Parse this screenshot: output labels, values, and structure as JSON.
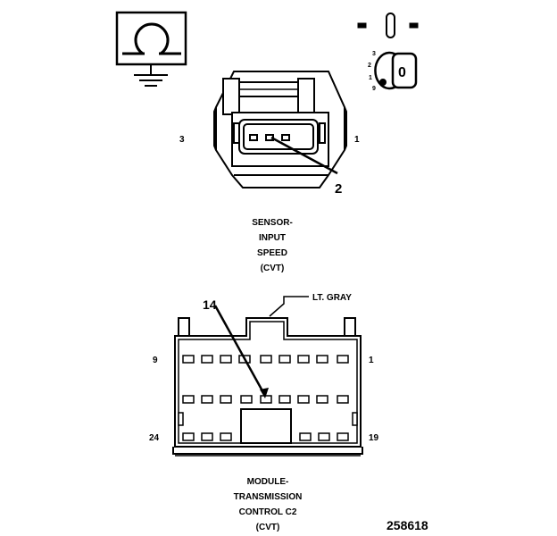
{
  "sensor_connector": {
    "pin_left": "3",
    "pin_right": "1",
    "callout": "2",
    "caption": [
      "SENSOR-",
      "INPUT",
      "SPEED",
      "(CVT)"
    ]
  },
  "module_connector": {
    "color_label": "LT. GRAY",
    "callout": "14",
    "pin_top_left": "9",
    "pin_top_right": "1",
    "pin_bottom_left": "24",
    "pin_bottom_right": "19",
    "caption": [
      "MODULE-",
      "TRANSMISSION",
      "CONTROL C2",
      "(CVT)"
    ]
  },
  "ignition_positions": [
    "3",
    "2",
    "1",
    "9"
  ],
  "key_label": "0",
  "figure_number": "258618"
}
